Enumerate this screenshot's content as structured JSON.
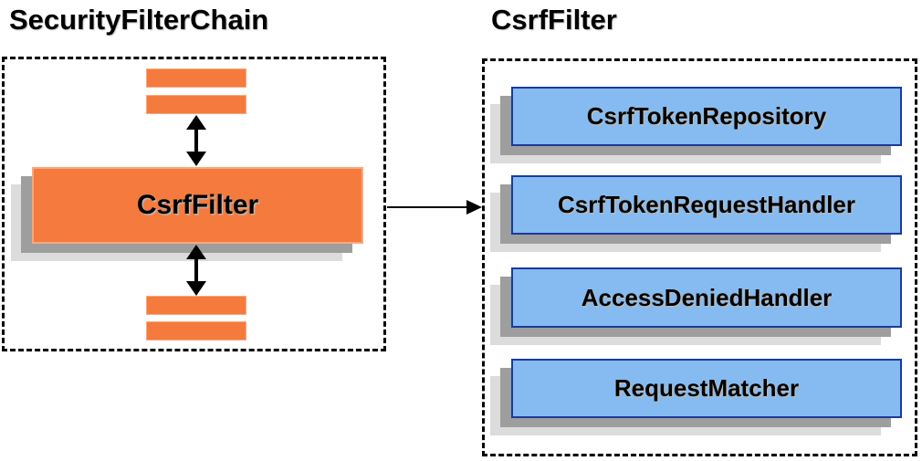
{
  "left_panel": {
    "title": "SecurityFilterChain",
    "filter_node_label": "CsrfFilter"
  },
  "right_panel": {
    "title": "CsrfFilter",
    "boxes": [
      {
        "label": "CsrfTokenRepository"
      },
      {
        "label": "CsrfTokenRequestHandler"
      },
      {
        "label": "AccessDeniedHandler"
      },
      {
        "label": "RequestMatcher"
      }
    ]
  },
  "icons": [
    "bidirectional-arrow-icon",
    "bidirectional-arrow-icon",
    "right-arrow-icon"
  ],
  "colors": {
    "orange_fill": "#F47B3D",
    "orange_border": "#F9A87C",
    "blue_fill": "#85BBF0",
    "blue_border": "#1B3A9B",
    "shadow_dark": "#9E9E9E",
    "shadow_light": "#DCDCDC",
    "arrow_color": "#000000"
  }
}
